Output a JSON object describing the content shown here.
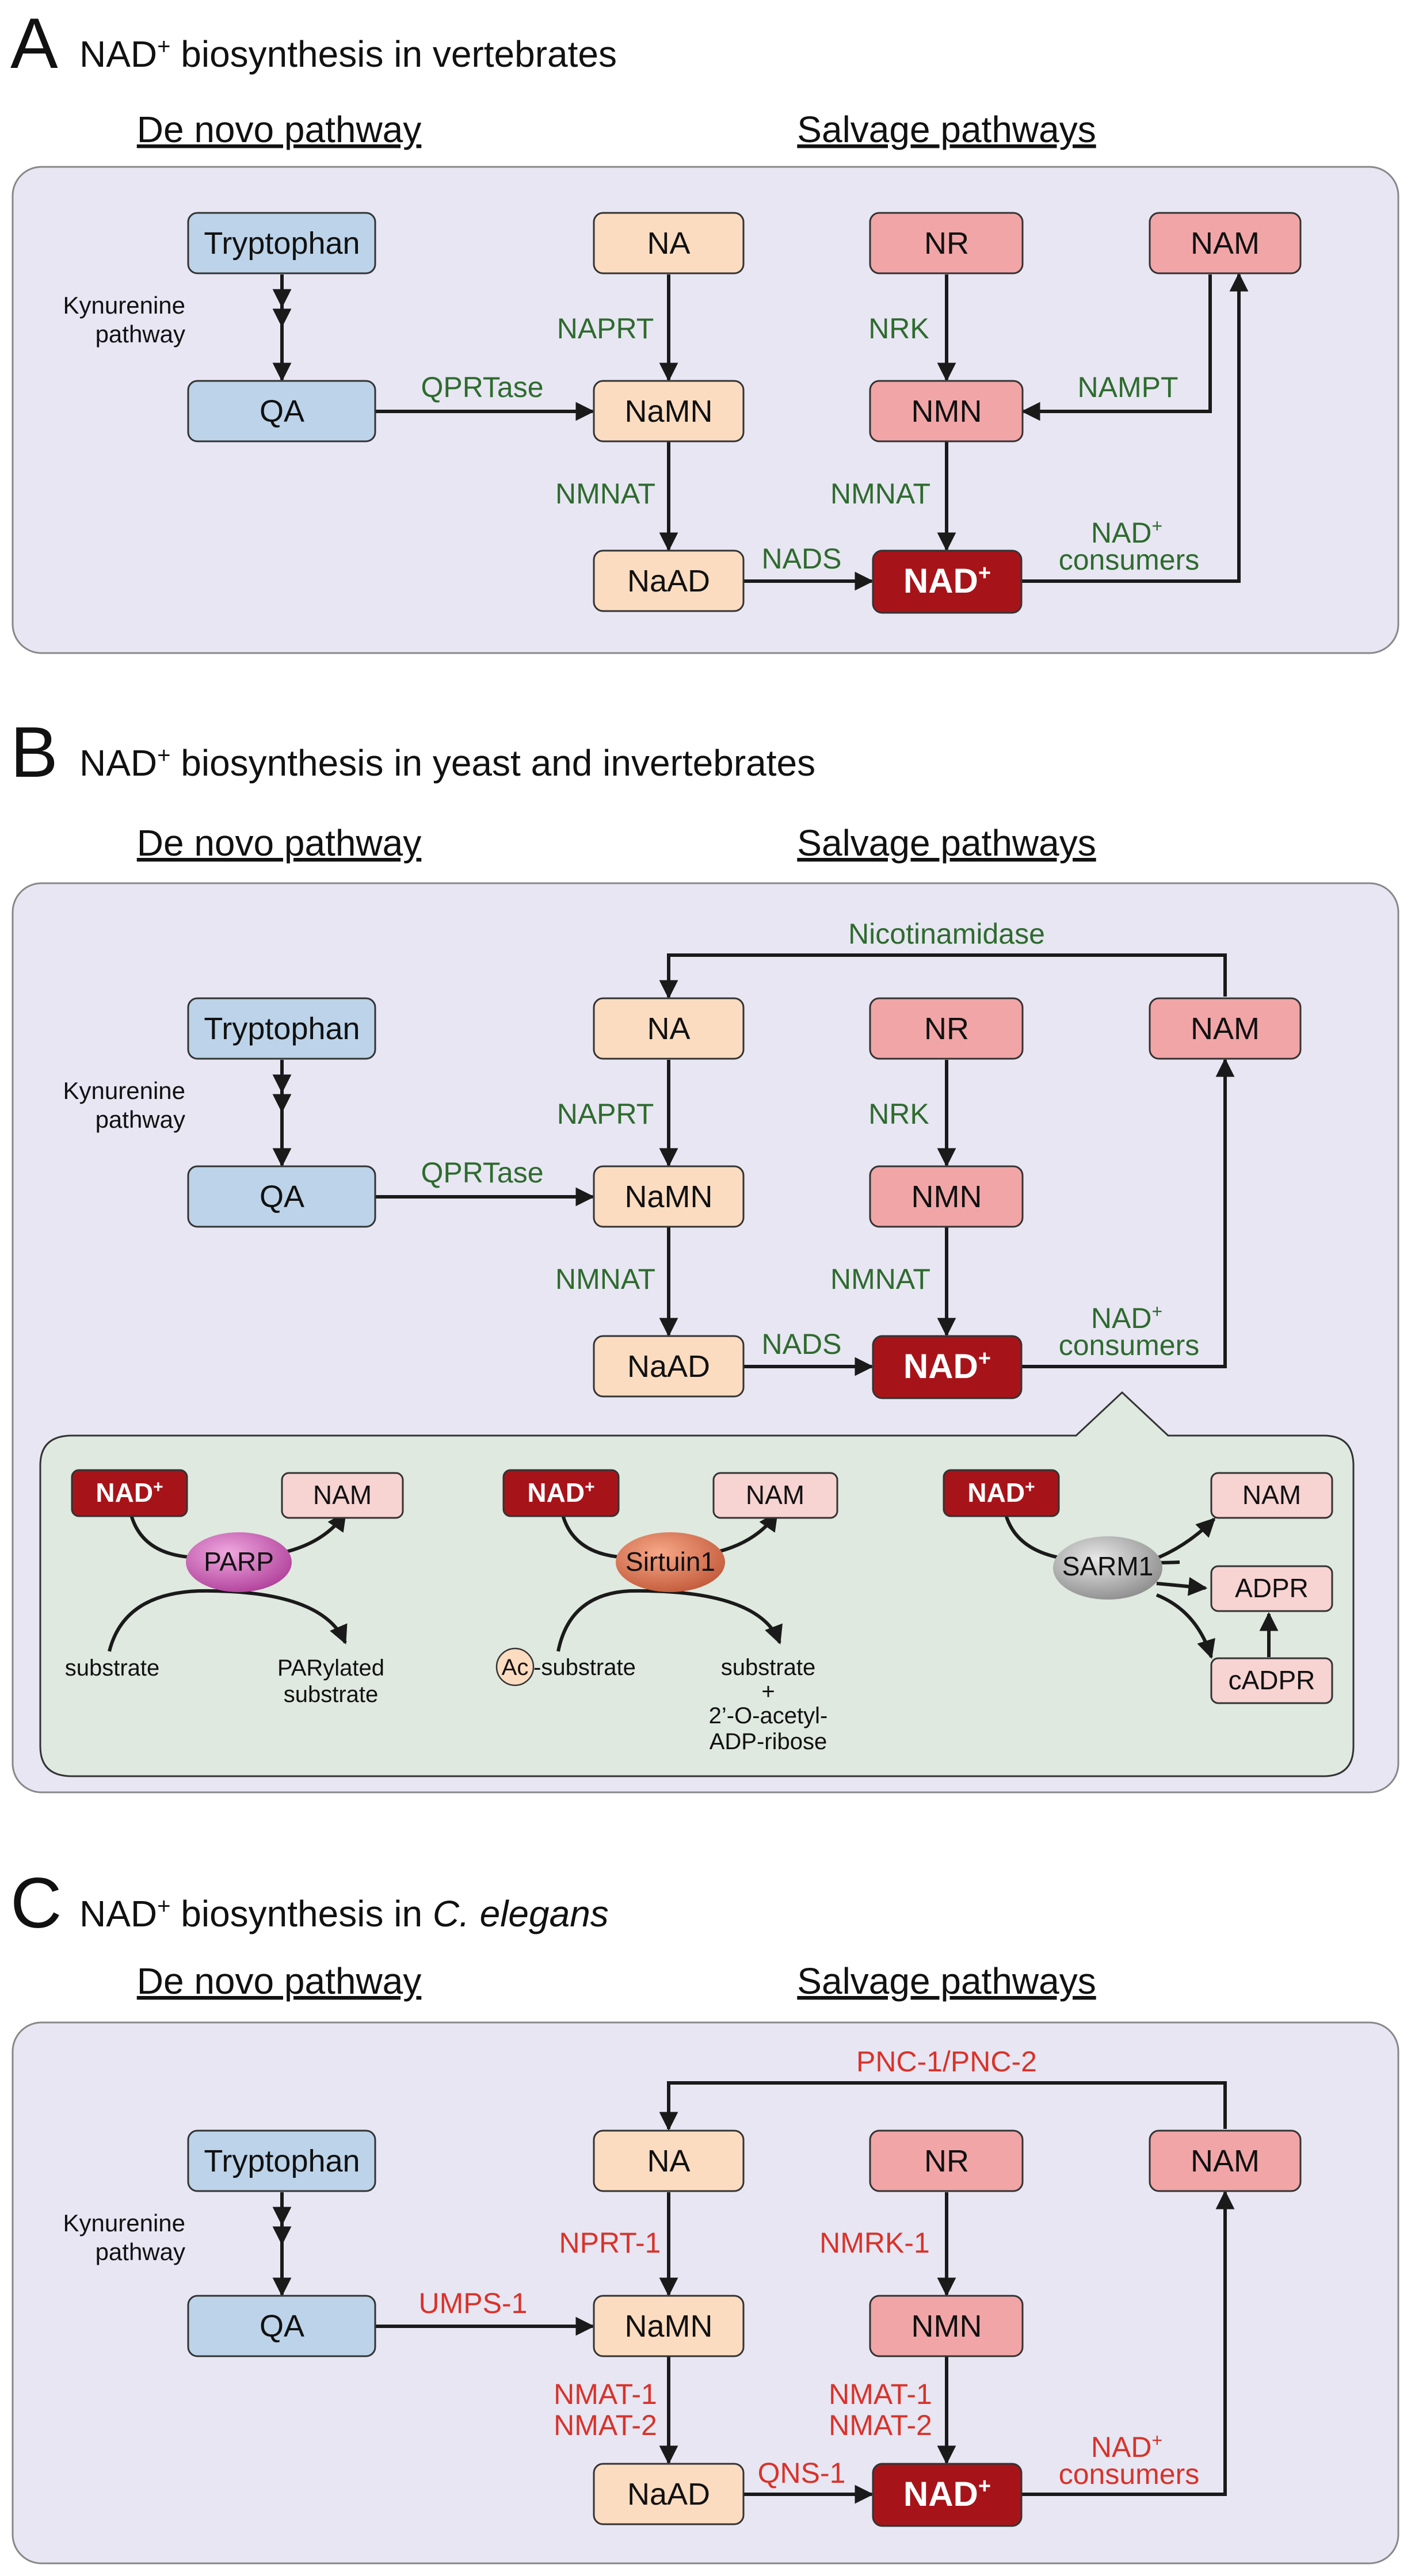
{
  "colors": {
    "panel_bg": "#e8e6f3",
    "detail_bg": "#dfe9df",
    "blue_node": "#bcd3e9",
    "peach_node": "#fcdcc0",
    "pink_node": "#f1a5a7",
    "nad_node": "#a6141a",
    "light_pink": "#f7d3d2",
    "enzyme_green": "#2e6b2e",
    "enzyme_red": "#d8332a"
  },
  "panels": {
    "a": {
      "letter": "A",
      "title_prefix": "NAD",
      "title_sup": "+",
      "title_rest": " biosynthesis in vertebrates",
      "de_novo": "De novo pathway",
      "salvage": "Salvage pathways",
      "nodes": {
        "trp": "Tryptophan",
        "qa": "QA",
        "na": "NA",
        "namn": "NaMN",
        "naad": "NaAD",
        "nr": "NR",
        "nmn": "NMN",
        "nam": "NAM",
        "nad": "NAD",
        "nad_sup": "+"
      },
      "kyn1": "Kynurenine",
      "kyn2": "pathway",
      "enzymes": {
        "qprt": "QPRTase",
        "naprt": "NAPRT",
        "nmnat_left": "NMNAT",
        "nads": "NADS",
        "nrk": "NRK",
        "nmnat_right": "NMNAT",
        "nampt": "NAMPT",
        "consumers1": "NAD",
        "consumers_sup": "+",
        "consumers2": "consumers"
      }
    },
    "b": {
      "letter": "B",
      "title_prefix": "NAD",
      "title_sup": "+",
      "title_rest": " biosynthesis in yeast and invertebrates",
      "de_novo": "De novo pathway",
      "salvage": "Salvage pathways",
      "nodes": {
        "trp": "Tryptophan",
        "qa": "QA",
        "na": "NA",
        "namn": "NaMN",
        "naad": "NaAD",
        "nr": "NR",
        "nmn": "NMN",
        "nam": "NAM",
        "nad": "NAD",
        "nad_sup": "+"
      },
      "kyn1": "Kynurenine",
      "kyn2": "pathway",
      "enzymes": {
        "loop": "Nicotinamidase",
        "qprt": "QPRTase",
        "naprt": "NAPRT",
        "nmnat_left": "NMNAT",
        "nads": "NADS",
        "nrk": "NRK",
        "nmnat_right": "NMNAT",
        "consumers1": "NAD",
        "consumers_sup": "+",
        "consumers2": "consumers"
      },
      "consumers_detail": {
        "parp": {
          "nad": "NAD",
          "nad_sup": "+",
          "nam": "NAM",
          "enzyme": "PARP",
          "substrate": "substrate",
          "product1": "PARylated",
          "product2": "substrate"
        },
        "sirtuin": {
          "nad": "NAD",
          "nad_sup": "+",
          "nam": "NAM",
          "enzyme": "Sirtuin1",
          "ac": "Ac",
          "substrate": "-substrate",
          "product1": "substrate",
          "product2": "+",
          "product3": "2’-O-acetyl-",
          "product4": "ADP-ribose"
        },
        "sarm": {
          "nad": "NAD",
          "nad_sup": "+",
          "nam": "NAM",
          "enzyme": "SARM1",
          "adpr": "ADPR",
          "cadpr": "cADPR"
        }
      }
    },
    "c": {
      "letter": "C",
      "title_prefix": "NAD",
      "title_sup": "+",
      "title_mid": " biosynthesis in ",
      "title_species": "C. elegans",
      "de_novo": "De novo pathway",
      "salvage": "Salvage pathways",
      "nodes": {
        "trp": "Tryptophan",
        "qa": "QA",
        "na": "NA",
        "namn": "NaMN",
        "naad": "NaAD",
        "nr": "NR",
        "nmn": "NMN",
        "nam": "NAM",
        "nad": "NAD",
        "nad_sup": "+"
      },
      "kyn1": "Kynurenine",
      "kyn2": "pathway",
      "enzymes": {
        "loop": "PNC-1/PNC-2",
        "umps": "UMPS-1",
        "nprt": "NPRT-1",
        "nmat1_left": "NMAT-1",
        "nmat2_left": "NMAT-2",
        "qns": "QNS-1",
        "nmrk": "NMRK-1",
        "nmat1_right": "NMAT-1",
        "nmat2_right": "NMAT-2",
        "consumers1": "NAD",
        "consumers_sup": "+",
        "consumers2": "consumers"
      }
    }
  }
}
